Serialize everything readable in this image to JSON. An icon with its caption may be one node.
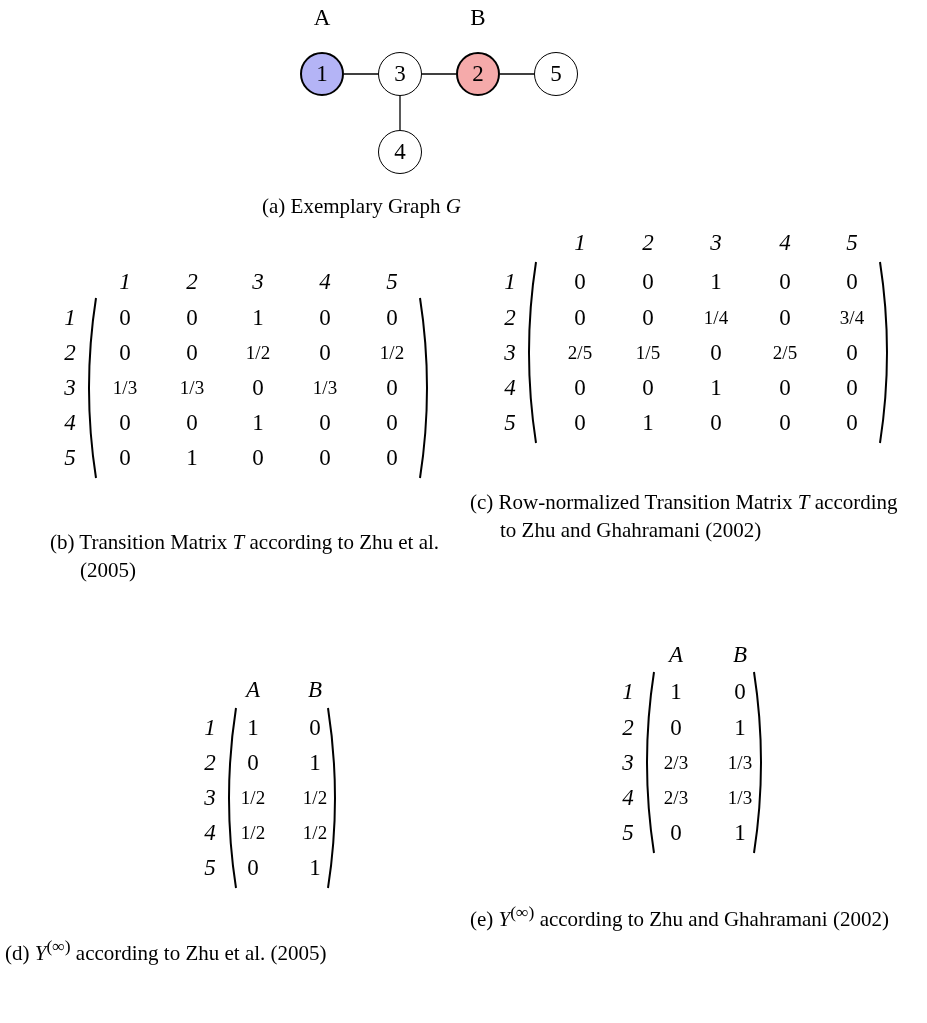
{
  "diagram": {
    "nodes": [
      {
        "text": [
          "1"
        ],
        "beside": [
          "A"
        ]
      },
      {
        "text": [
          "3"
        ]
      },
      {
        "text": [
          "2"
        ],
        "beside": [
          "B"
        ]
      },
      {
        "text": [
          "5"
        ]
      },
      {
        "text": [
          "4"
        ]
      }
    ],
    "edges": [
      {
        "from": 0,
        "to": 1,
        "arrow": "none"
      },
      {
        "from": 1,
        "to": 2,
        "arrow": "none"
      },
      {
        "from": 2,
        "to": 3,
        "arrow": "none"
      },
      {
        "from": 1,
        "to": 4,
        "arrow": "none"
      }
    ],
    "labels": [
      "(a) Exemplary Graph *G*",
      "1",
      "2",
      "3",
      "4",
      "5",
      "1",
      "0",
      "0",
      "1",
      "0",
      "0",
      "2",
      "0",
      "0",
      "1/2",
      "0",
      "1/2",
      "3",
      "1/3",
      "1/3",
      "0",
      "1/3",
      "0",
      "4",
      "0",
      "0",
      "1",
      "0",
      "0",
      "5",
      "0",
      "1",
      "0",
      "0",
      "0",
      "(b) Transition Matrix *T* according to Zhu et al. (2005)",
      "1",
      "2",
      "3",
      "4",
      "5",
      "1",
      "0",
      "0",
      "1",
      "0",
      "0",
      "2",
      "0",
      "0",
      "1/4",
      "0",
      "3/4",
      "3",
      "2/5",
      "1/5",
      "0",
      "2/5",
      "0",
      "4",
      "0",
      "0",
      "1",
      "0",
      "0",
      "5",
      "0",
      "1",
      "0",
      "0",
      "0",
      "(c) Row-normalized Transition Matrix *T* according to Zhu and Ghahramani (2002)",
      "A",
      "B",
      "1",
      "1",
      "0",
      "2",
      "0",
      "1",
      "3",
      "1/2",
      "1/2",
      "4",
      "1/2",
      "1/2",
      "5",
      "0",
      "1",
      "(d) *Y*$^{(∞)}$ according to Zhu et al. (2005)",
      "A",
      "B",
      "1",
      "1",
      "0",
      "2",
      "0",
      "1",
      "3",
      "2/3",
      "1/3",
      "4",
      "2/3",
      "1/3",
      "5",
      "0",
      "1",
      "(e) *Y*$^{(∞)}$ according to Zhu and Ghahramani (2002)"
    ]
  }
}
